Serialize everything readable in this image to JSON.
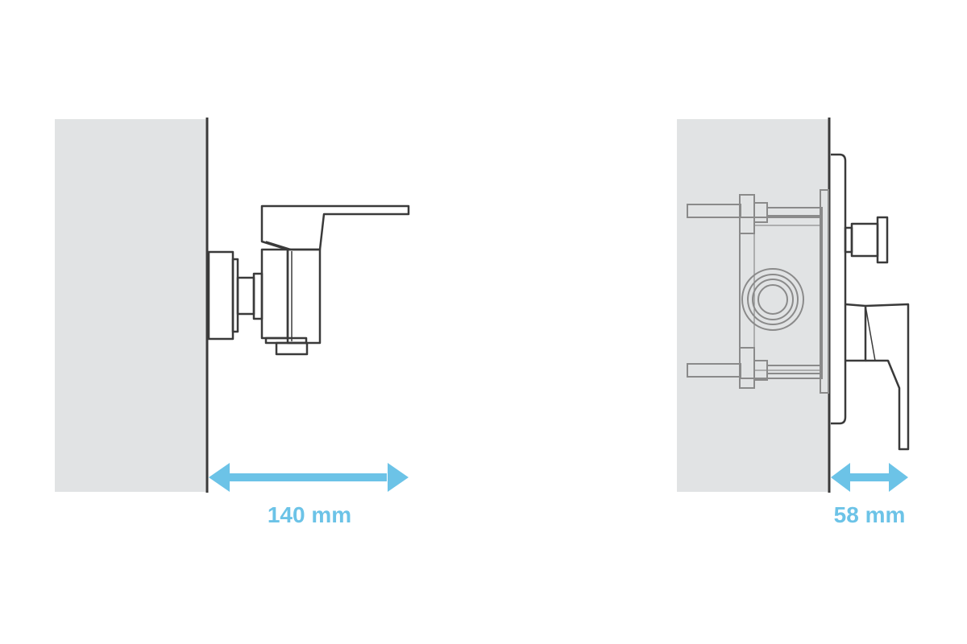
{
  "colors": {
    "wall": "#e1e3e4",
    "line": "#3a3a3a",
    "faint_line": "#8a8a8a",
    "accent": "#6cc3e7"
  },
  "left_panel": {
    "mount": "exposed",
    "dimension_label": "140 mm"
  },
  "right_panel": {
    "mount": "concealed",
    "dimension_label": "58 mm"
  }
}
